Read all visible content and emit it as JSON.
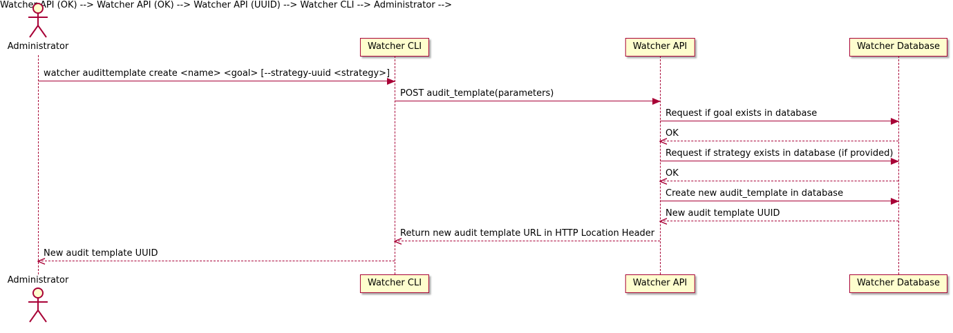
{
  "diagram": {
    "type": "sequence-diagram",
    "actor": {
      "name": "Administrator"
    },
    "participants": [
      {
        "name": "Watcher CLI"
      },
      {
        "name": "Watcher API"
      },
      {
        "name": "Watcher Database"
      }
    ],
    "colors": {
      "participant_fill": "#FEFECE",
      "border": "#A80036",
      "arrow": "#A80036",
      "text": "#000000",
      "background": "#FFFFFF"
    },
    "messages": [
      {
        "label": "watcher audittemplate create <name> <goal> [--strategy-uuid <strategy>]",
        "from": "Administrator",
        "to": "Watcher CLI",
        "style": "solid"
      },
      {
        "label": "POST audit_template(parameters)",
        "from": "Watcher CLI",
        "to": "Watcher API",
        "style": "solid"
      },
      {
        "label": "Request if goal exists in database",
        "from": "Watcher API",
        "to": "Watcher Database",
        "style": "solid"
      },
      {
        "label": "OK",
        "from": "Watcher Database",
        "to": "Watcher API",
        "style": "dashed"
      },
      {
        "label": "Request if strategy exists in database (if provided)",
        "from": "Watcher API",
        "to": "Watcher Database",
        "style": "solid"
      },
      {
        "label": "OK",
        "from": "Watcher Database",
        "to": "Watcher API",
        "style": "dashed"
      },
      {
        "label": "Create new audit_template in database",
        "from": "Watcher API",
        "to": "Watcher Database",
        "style": "solid"
      },
      {
        "label": "New audit template UUID",
        "from": "Watcher Database",
        "to": "Watcher API",
        "style": "dashed"
      },
      {
        "label": "Return new audit template URL in HTTP Location Header",
        "from": "Watcher API",
        "to": "Watcher CLI",
        "style": "dashed"
      },
      {
        "label": "New audit template UUID",
        "from": "Watcher CLI",
        "to": "Administrator",
        "style": "dashed"
      }
    ]
  }
}
